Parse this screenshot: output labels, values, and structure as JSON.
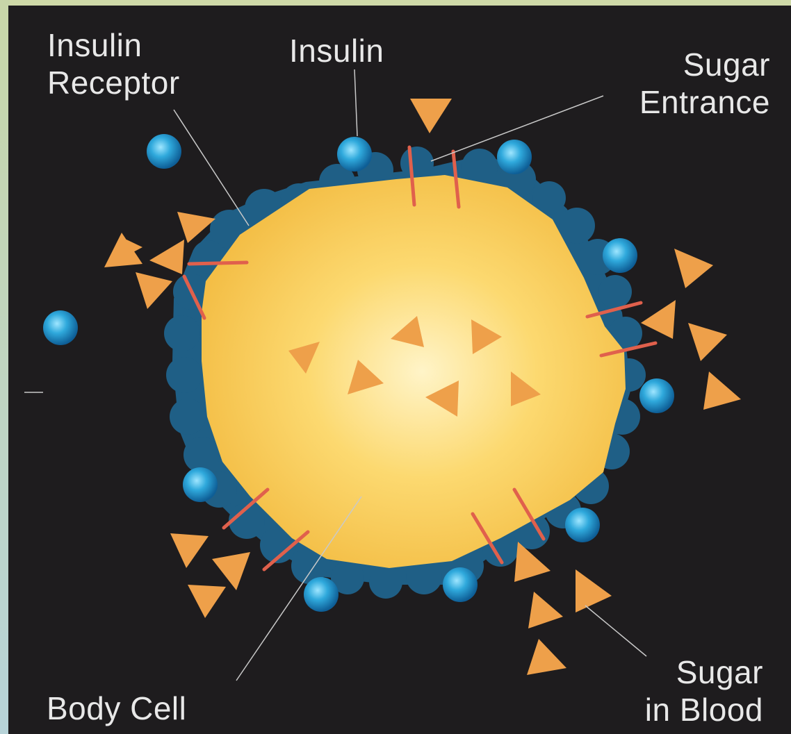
{
  "labels": {
    "insulin_receptor": [
      "Insulin",
      "Receptor"
    ],
    "insulin": "Insulin",
    "sugar_entrance": [
      "Sugar",
      "Entrance"
    ],
    "body_cell": "Body Cell",
    "sugar_in_blood": [
      "Sugar",
      "in Blood"
    ]
  },
  "colors": {
    "background": "#1e1c1e",
    "frame": "#cfd9a8",
    "cell": "#f6c548",
    "cell_center": "#fff3c2",
    "membrane": "#1f5f86",
    "insulin": "#2aa7d8",
    "sugar": "#eea04a",
    "gate": "#e0604c",
    "leader_line": "#c9c9c9"
  },
  "icons": {
    "insulin": "blue-sphere",
    "sugar": "orange-triangle",
    "sugar_entrance": "red-bar-pair"
  }
}
